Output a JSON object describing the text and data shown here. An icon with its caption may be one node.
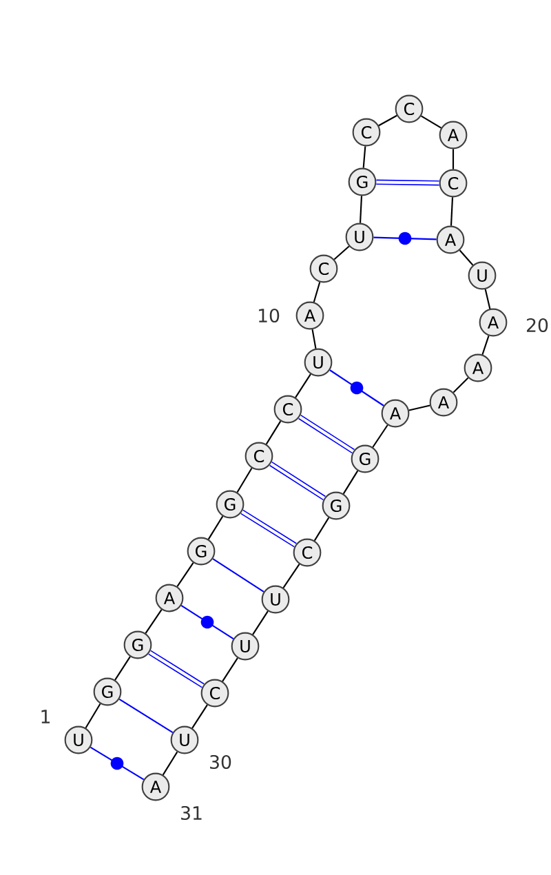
{
  "diagram": {
    "nodes": [
      {
        "text": [
          "U"
        ]
      },
      {
        "text": [
          "G"
        ]
      },
      {
        "text": [
          "G"
        ]
      },
      {
        "text": [
          "A"
        ]
      },
      {
        "text": [
          "G"
        ]
      },
      {
        "text": [
          "G"
        ]
      },
      {
        "text": [
          "C"
        ]
      },
      {
        "text": [
          "C"
        ]
      },
      {
        "text": [
          "U"
        ]
      },
      {
        "text": [
          "A"
        ]
      },
      {
        "text": [
          "C"
        ]
      },
      {
        "text": [
          "U"
        ]
      },
      {
        "text": [
          "G"
        ]
      },
      {
        "text": [
          "C"
        ]
      },
      {
        "text": [
          "C"
        ]
      },
      {
        "text": [
          "A"
        ]
      },
      {
        "text": [
          "C"
        ]
      },
      {
        "text": [
          "A"
        ]
      },
      {
        "text": [
          "U"
        ]
      },
      {
        "text": [
          "A"
        ]
      },
      {
        "text": [
          "A"
        ]
      },
      {
        "text": [
          "A"
        ]
      },
      {
        "text": [
          "A"
        ]
      },
      {
        "text": [
          "G"
        ]
      },
      {
        "text": [
          "G"
        ]
      },
      {
        "text": [
          "C"
        ]
      },
      {
        "text": [
          "U"
        ]
      },
      {
        "text": [
          "U"
        ]
      },
      {
        "text": [
          "C"
        ]
      },
      {
        "text": [
          "U"
        ]
      },
      {
        "text": [
          "A"
        ]
      }
    ],
    "edges": [
      {
        "from": 0,
        "to": 1,
        "arrow": "none"
      },
      {
        "from": 1,
        "to": 2,
        "arrow": "none"
      },
      {
        "from": 2,
        "to": 3,
        "arrow": "none"
      },
      {
        "from": 3,
        "to": 4,
        "arrow": "none"
      },
      {
        "from": 4,
        "to": 5,
        "arrow": "none"
      },
      {
        "from": 5,
        "to": 6,
        "arrow": "none"
      },
      {
        "from": 6,
        "to": 7,
        "arrow": "none"
      },
      {
        "from": 7,
        "to": 8,
        "arrow": "none"
      },
      {
        "from": 8,
        "to": 9,
        "arrow": "none"
      },
      {
        "from": 9,
        "to": 10,
        "arrow": "none"
      },
      {
        "from": 10,
        "to": 11,
        "arrow": "none"
      },
      {
        "from": 11,
        "to": 12,
        "arrow": "none"
      },
      {
        "from": 12,
        "to": 13,
        "arrow": "none"
      },
      {
        "from": 13,
        "to": 14,
        "arrow": "none"
      },
      {
        "from": 14,
        "to": 15,
        "arrow": "none"
      },
      {
        "from": 15,
        "to": 16,
        "arrow": "none"
      },
      {
        "from": 16,
        "to": 17,
        "arrow": "none"
      },
      {
        "from": 17,
        "to": 18,
        "arrow": "none"
      },
      {
        "from": 18,
        "to": 19,
        "arrow": "none"
      },
      {
        "from": 19,
        "to": 20,
        "arrow": "none"
      },
      {
        "from": 20,
        "to": 21,
        "arrow": "none"
      },
      {
        "from": 21,
        "to": 22,
        "arrow": "none"
      },
      {
        "from": 22,
        "to": 23,
        "arrow": "none"
      },
      {
        "from": 23,
        "to": 24,
        "arrow": "none"
      },
      {
        "from": 24,
        "to": 25,
        "arrow": "none"
      },
      {
        "from": 25,
        "to": 26,
        "arrow": "none"
      },
      {
        "from": 26,
        "to": 27,
        "arrow": "none"
      },
      {
        "from": 27,
        "to": 28,
        "arrow": "none"
      },
      {
        "from": 28,
        "to": 29,
        "arrow": "none"
      },
      {
        "from": 29,
        "to": 30,
        "arrow": "none"
      },
      {
        "from": 0,
        "to": 30,
        "arrow": "none",
        "color": "#0000ff"
      },
      {
        "from": 1,
        "to": 29,
        "arrow": "none",
        "color": "#0000ff"
      },
      {
        "from": 2,
        "to": 28,
        "arrow": "none",
        "style": "thick",
        "color": "#0000ff"
      },
      {
        "from": 3,
        "to": 27,
        "arrow": "none",
        "color": "#0000ff"
      },
      {
        "from": 4,
        "to": 26,
        "arrow": "none",
        "color": "#0000ff"
      },
      {
        "from": 5,
        "to": 25,
        "arrow": "none",
        "style": "thick",
        "color": "#0000ff"
      },
      {
        "from": 6,
        "to": 24,
        "arrow": "none",
        "style": "thick",
        "color": "#0000ff"
      },
      {
        "from": 7,
        "to": 23,
        "arrow": "none",
        "style": "thick",
        "color": "#0000ff"
      },
      {
        "from": 8,
        "to": 22,
        "arrow": "none",
        "color": "#0000ff"
      },
      {
        "from": 11,
        "to": 17,
        "arrow": "none",
        "color": "#0000ff"
      },
      {
        "from": 12,
        "to": 16,
        "arrow": "none",
        "style": "thick",
        "color": "#0000ff"
      }
    ],
    "labels": [
      "1",
      "10",
      "20",
      "30",
      "31"
    ]
  }
}
